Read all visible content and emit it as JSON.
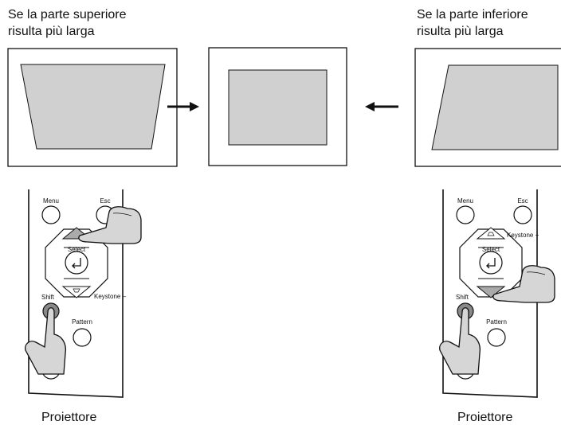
{
  "captions": {
    "left": [
      "Se la parte superiore",
      "risulta più larga"
    ],
    "right": [
      "Se la parte inferiore",
      "risulta più larga"
    ]
  },
  "remote_labels": {
    "menu": "Menu",
    "esc": "Esc",
    "select": "Select",
    "keystone_minus": "Keystone –",
    "keystone_plus": "Keystone +",
    "shift": "Shift",
    "pattern": "Pattern"
  },
  "projector_label": "Proiettore"
}
